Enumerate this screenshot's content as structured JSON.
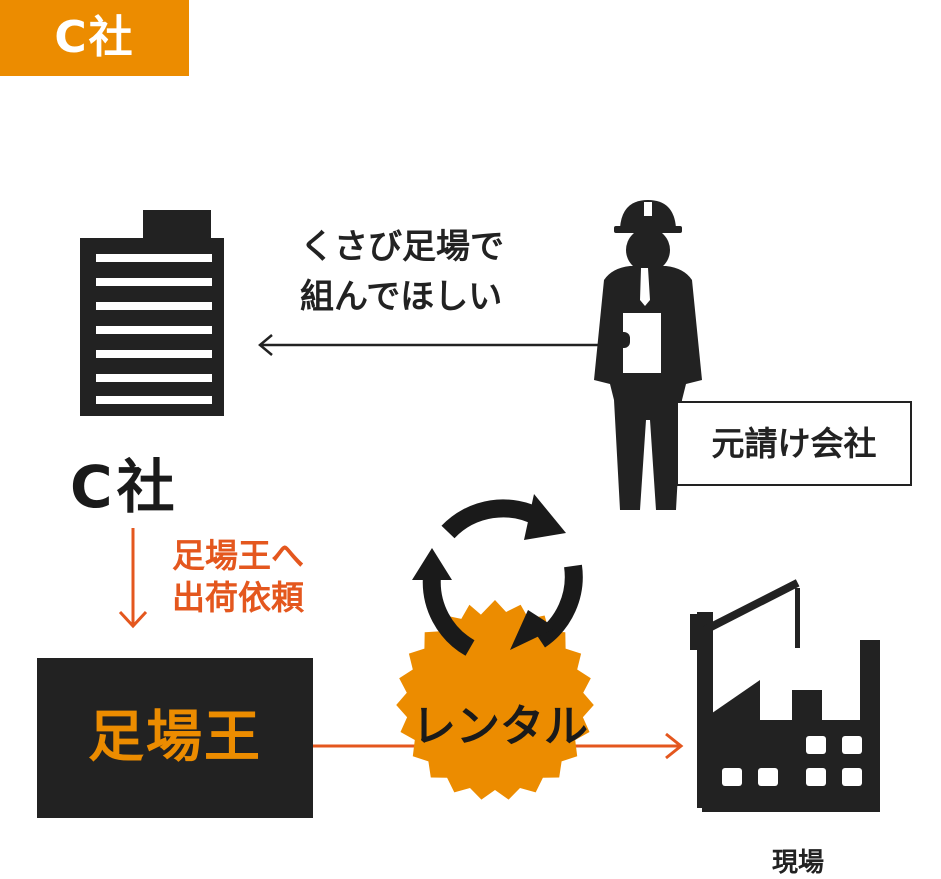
{
  "header": {
    "tag_label": "C社"
  },
  "company": {
    "label": "C社"
  },
  "contractor": {
    "label": "元請け会社",
    "request_line1": "くさび足場で",
    "request_line2": "組んでほしい"
  },
  "order": {
    "line1": "足場王へ",
    "line2": "出荷依頼"
  },
  "supplier": {
    "label": "足場王"
  },
  "rental": {
    "label": "レンタル"
  },
  "site": {
    "label": "現場"
  },
  "colors": {
    "orange": "#ec8c00",
    "red_orange": "#e4571e",
    "dark": "#222222"
  },
  "icons": [
    "building-icon",
    "worker-icon",
    "cycle-arrows-icon",
    "burst-badge-icon",
    "construction-site-icon"
  ]
}
